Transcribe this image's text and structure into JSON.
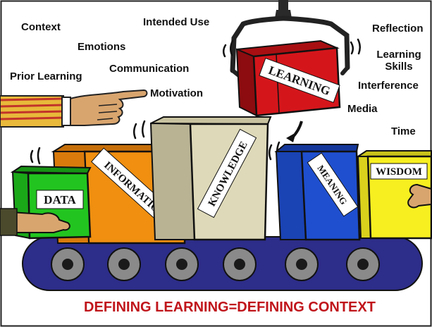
{
  "words": {
    "context": "Context",
    "emotions": "Emotions",
    "prior_learning": "Prior Learning",
    "communication": "Communication",
    "motivation": "Motivation",
    "intended_use": "Intended Use",
    "reflection": "Reflection",
    "learning_skills": "Learning Skills",
    "interference": "Interference",
    "media": "Media",
    "time": "Time"
  },
  "boxes": {
    "data": "DATA",
    "information": "INFORMATION",
    "knowledge": "KNOWLEDGE",
    "meaning": "MEANING",
    "wisdom": "WISDOM",
    "learning": "LEARNING"
  },
  "caption": "DEFINING LEARNING=DEFINING CONTEXT",
  "colors": {
    "data_box": "#22c51f",
    "information_box": "#f08f10",
    "knowledge_box": "#ded9b8",
    "meaning_box": "#1f4fcf",
    "wisdom_box": "#f7ef20",
    "learning_box": "#d4161b",
    "conveyor": "#2d2d8a",
    "caption_text": "#c0151b"
  },
  "icons": [
    "pointing-hand-icon",
    "crane-claw-icon",
    "down-arrow-icon",
    "conveyor-belt-icon"
  ]
}
